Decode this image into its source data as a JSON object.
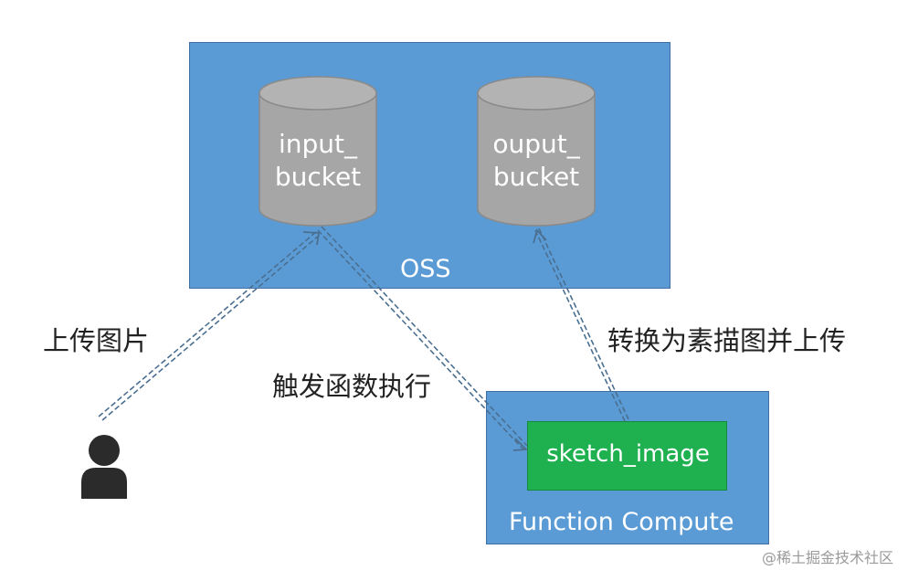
{
  "oss": {
    "label": "OSS"
  },
  "input_bucket": {
    "line1": "input_",
    "line2": "bucket"
  },
  "output_bucket": {
    "line1": "ouput_",
    "line2": "bucket"
  },
  "function_compute": {
    "label": "Function Compute",
    "function_name": "sketch_image"
  },
  "edges": {
    "upload": "上传图片",
    "trigger": "触发函数执行",
    "convert": "转换为素描图并上传"
  },
  "watermark": "@稀土掘金技术社区",
  "colors": {
    "container_fill": "#5b9bd5",
    "bucket_fill": "#a6a6a6",
    "function_fill": "#1fb04f",
    "arrow": "#4a6f91"
  },
  "icons": {
    "user": "person-icon"
  }
}
